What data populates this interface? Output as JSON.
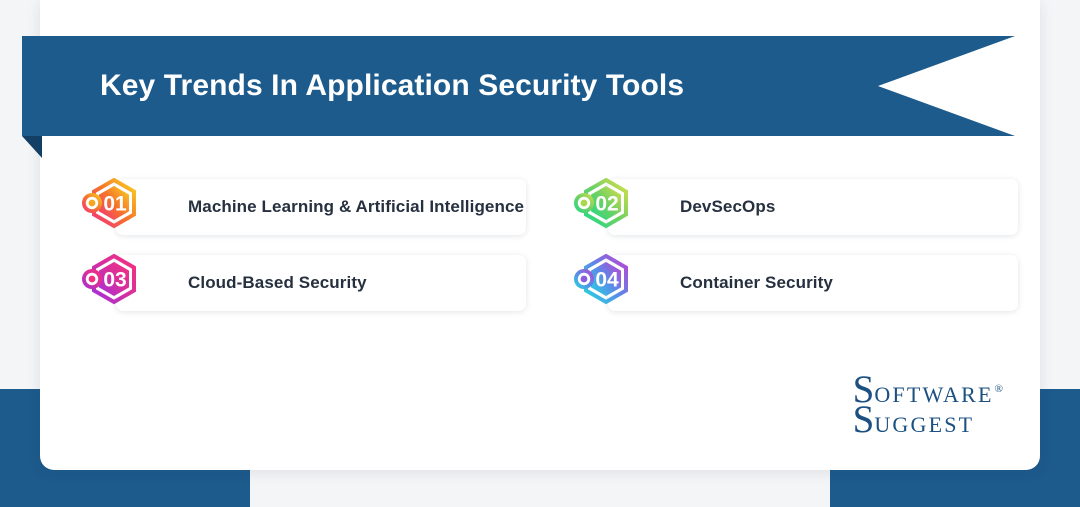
{
  "page": {
    "background_color": "#f4f5f7",
    "card_background": "#ffffff",
    "brand_blue": "#1d5b8c",
    "fold_blue": "#123f63",
    "text_color": "#26303f"
  },
  "header": {
    "title": "Key Trends In Application Security Tools",
    "ribbon_color": "#1d5b8c",
    "title_color": "#ffffff"
  },
  "items": [
    {
      "number": "01",
      "label": "Machine Learning & Artificial Intelligence",
      "gradient_from": "#f5a623",
      "gradient_mid": "#f9d423",
      "gradient_to": "#f5317f",
      "dot_color": "#f6a71f"
    },
    {
      "number": "02",
      "label": "DevSecOps",
      "gradient_from": "#a8d84a",
      "gradient_mid": "#7bd389",
      "gradient_to": "#1fd98a",
      "dot_color": "#a9d94b"
    },
    {
      "number": "03",
      "label": "Cloud-Based Security",
      "gradient_from": "#f5317f",
      "gradient_mid": "#e0329b",
      "gradient_to": "#a32fe0",
      "dot_color": "#f43080"
    },
    {
      "number": "04",
      "label": "Container Security",
      "gradient_from": "#7b5fe0",
      "gradient_mid": "#4aa8e8",
      "gradient_to": "#24d8e0",
      "dot_color": "#8a5ce0"
    }
  ],
  "logo": {
    "line1_cap": "S",
    "line1_rest": "oftware",
    "registered": "®",
    "line2_cap": "S",
    "line2_rest": "uggest",
    "color": "#1b5080"
  }
}
